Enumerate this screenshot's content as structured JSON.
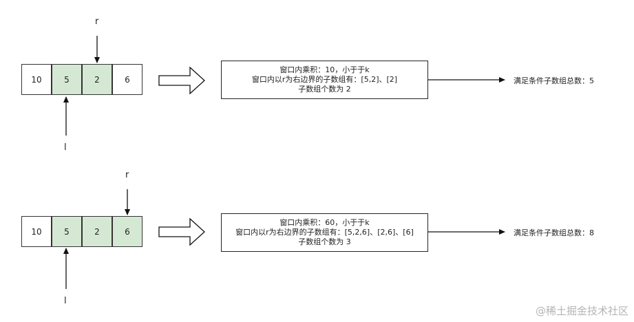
{
  "rows": [
    {
      "cells": [
        "10",
        "5",
        "2",
        "6"
      ],
      "r_label": "r",
      "l_label": "l",
      "box_lines": [
        "窗口内乘积：10，小于于k",
        "窗口内以r为右边界的子数组有：[5,2]、[2]",
        "子数组个数为 2"
      ],
      "result": "满足条件子数组总数：5"
    },
    {
      "cells": [
        "10",
        "5",
        "2",
        "6"
      ],
      "r_label": "r",
      "l_label": "l",
      "box_lines": [
        "窗口内乘积：60，小于于k",
        "窗口内以r为右边界的子数组有：[5,2,6]、[2,6]、[6]",
        "子数组个数为 3"
      ],
      "result": "满足条件子数组总数：8"
    }
  ],
  "highlight_color": "#d5e8d4",
  "watermark": "@稀土掘金技术社区"
}
